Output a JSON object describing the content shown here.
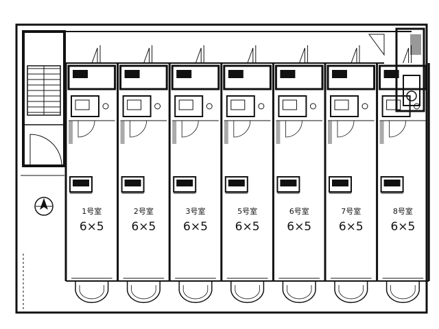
{
  "plan": {
    "rooms": [
      {
        "id": "room-1",
        "name": "1号室",
        "size": "6×5"
      },
      {
        "id": "room-2",
        "name": "2号室",
        "size": "6×5"
      },
      {
        "id": "room-3",
        "name": "3号室",
        "size": "6×5"
      },
      {
        "id": "room-5",
        "name": "5号室",
        "size": "6×5"
      },
      {
        "id": "room-6",
        "name": "6号室",
        "size": "6×5"
      },
      {
        "id": "room-7",
        "name": "7号室",
        "size": "6×5"
      },
      {
        "id": "room-8",
        "name": "8号室",
        "size": "6×5"
      }
    ],
    "colors": {
      "wall": "#111111",
      "background": "#ffffff",
      "hatch": "#555555"
    },
    "icons": [
      "staircase-icon",
      "door-swing-icon",
      "kitchen-icon",
      "toilet-icon",
      "bay-window-icon",
      "north-arrow-icon"
    ]
  }
}
